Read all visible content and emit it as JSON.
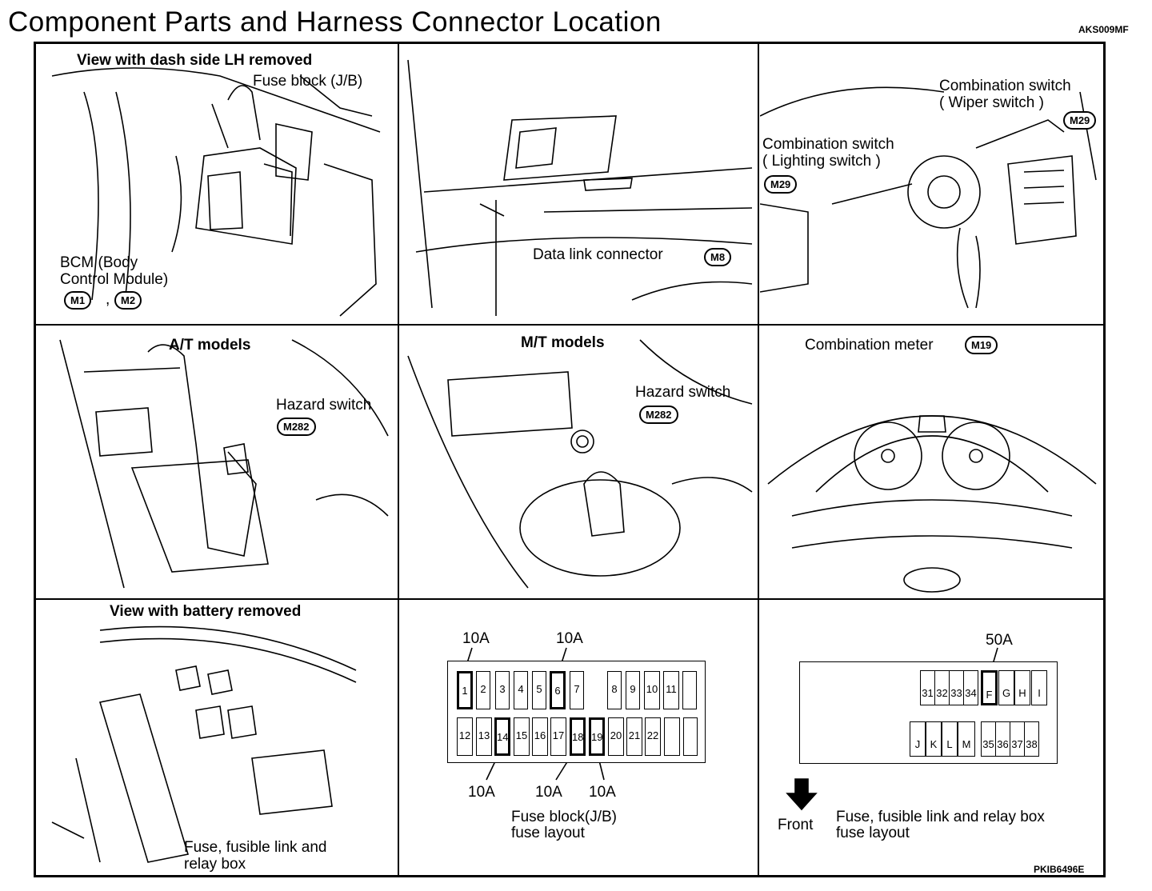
{
  "title": "Component Parts and Harness Connector Location",
  "code_top": "AKS009MF",
  "code_bottom": "PKIB6496E",
  "panels": {
    "dash": {
      "header": "View with dash side LH removed",
      "fuse_block": "Fuse block (J/B)",
      "bcm_line1": "BCM (Body",
      "bcm_line2": "Control Module)",
      "conn1": "M1",
      "sep": ",",
      "conn2": "M2"
    },
    "dlc": {
      "label": "Data link connector",
      "conn": "M8"
    },
    "combo": {
      "wiper_line1": "Combination switch",
      "wiper_line2": "( Wiper switch )",
      "wiper_conn": "M29",
      "light_line1": "Combination switch",
      "light_line2": "( Lighting switch )",
      "light_conn": "M29"
    },
    "at": {
      "header": "A/T models",
      "label": "Hazard switch",
      "conn": "M282"
    },
    "mt": {
      "header": "M/T models",
      "label": "Hazard switch",
      "conn": "M282"
    },
    "meter": {
      "label": "Combination meter",
      "conn": "M19"
    },
    "battery": {
      "header": "View with battery removed",
      "line1": "Fuse, fusible link and",
      "line2": "relay box"
    },
    "jb": {
      "top_amps": [
        "10A",
        "10A"
      ],
      "bottom_amps": [
        "10A",
        "10A",
        "10A"
      ],
      "row1": [
        "1",
        "2",
        "3",
        "4",
        "5",
        "6",
        "7",
        "",
        "8",
        "9",
        "10",
        "11",
        ""
      ],
      "row2": [
        "12",
        "13",
        "14",
        "15",
        "16",
        "17",
        "18",
        "19",
        "20",
        "21",
        "22",
        "",
        ""
      ],
      "caption1": "Fuse block(J/B)",
      "caption2": "fuse layout"
    },
    "relay": {
      "amp": "50A",
      "row1": [
        "31",
        "32",
        "33",
        "34",
        "F",
        "G",
        "H",
        "I"
      ],
      "row2": [
        "J",
        "K",
        "L",
        "M",
        "35",
        "36",
        "37",
        "38"
      ],
      "front": "Front",
      "caption1": "Fuse, fusible link and relay box",
      "caption2": "fuse layout"
    }
  }
}
